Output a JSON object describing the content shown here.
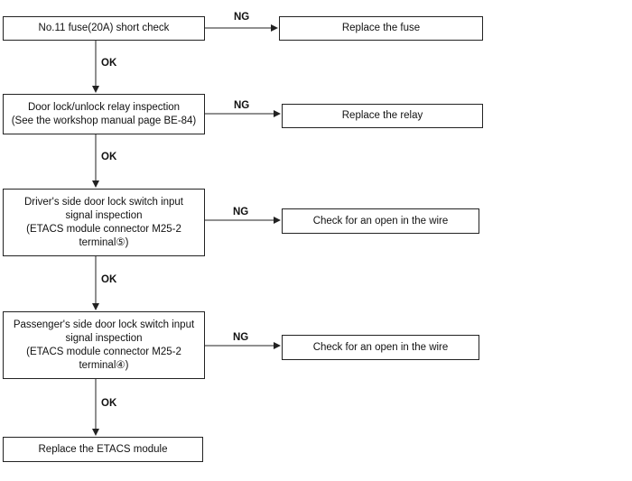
{
  "flowchart": {
    "steps": [
      {
        "text": "No.11 fuse(20A) short check",
        "ng_label": "NG",
        "ng_action": "Replace the fuse",
        "ok_label": "OK"
      },
      {
        "text": "Door lock/unlock relay inspection\n(See the workshop manual page BE-84)",
        "ng_label": "NG",
        "ng_action": "Replace the relay",
        "ok_label": "OK"
      },
      {
        "text": "Driver's side door lock switch input\nsignal inspection\n(ETACS module connector M25-2\nterminal⑤)",
        "ng_label": "NG",
        "ng_action": "Check for an open in the wire",
        "ok_label": "OK"
      },
      {
        "text": "Passenger's side door lock switch input\nsignal inspection\n(ETACS module connector M25-2\nterminal④)",
        "ng_label": "NG",
        "ng_action": "Check for an open in the wire",
        "ok_label": "OK"
      }
    ],
    "final_step": "Replace the ETACS module"
  }
}
